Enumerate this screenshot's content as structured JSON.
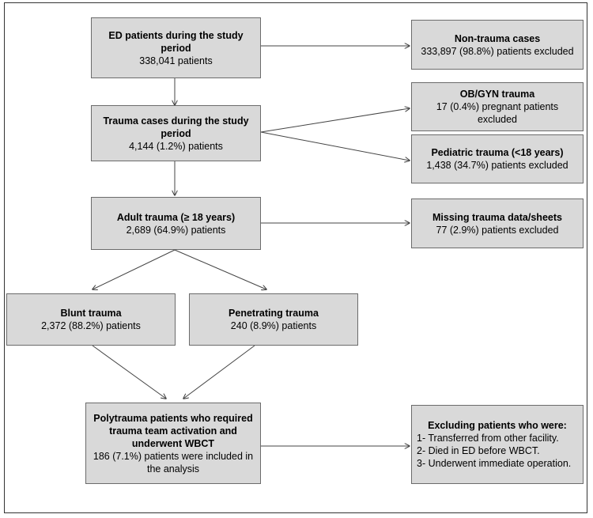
{
  "nodes": {
    "ed": {
      "title": "ED patients during the study period",
      "detail": "338,041 patients"
    },
    "trauma": {
      "title": "Trauma cases during the study period",
      "detail": "4,144 (1.2%) patients"
    },
    "adult": {
      "title": "Adult trauma (≥ 18 years)",
      "detail": "2,689 (64.9%) patients"
    },
    "blunt": {
      "title": "Blunt trauma",
      "detail": "2,372 (88.2%) patients"
    },
    "penetrating": {
      "title": "Penetrating trauma",
      "detail": "240 (8.9%) patients"
    },
    "poly": {
      "title": "Polytrauma patients who required trauma team activation and underwent WBCT",
      "detail": "186 (7.1%) patients were included in the analysis"
    },
    "non_trauma": {
      "title": "Non-trauma cases",
      "detail": "333,897 (98.8%) patients excluded"
    },
    "obgyn": {
      "title": "OB/GYN trauma",
      "detail": "17 (0.4%) pregnant patients excluded"
    },
    "pediatric": {
      "title": "Pediatric trauma (<18 years)",
      "detail": "1,438 (34.7%) patients excluded"
    },
    "missing": {
      "title": "Missing trauma data/sheets",
      "detail": "77 (2.9%) patients excluded"
    },
    "excluding": {
      "title": "Excluding patients who were:",
      "items": [
        "1- Transferred from other facility.",
        "2- Died in ED before WBCT.",
        "3- Underwent immediate operation."
      ]
    }
  },
  "colors": {
    "box_fill": "#d9d9d9",
    "box_border": "#6b6b6b",
    "arrow": "#444444"
  }
}
